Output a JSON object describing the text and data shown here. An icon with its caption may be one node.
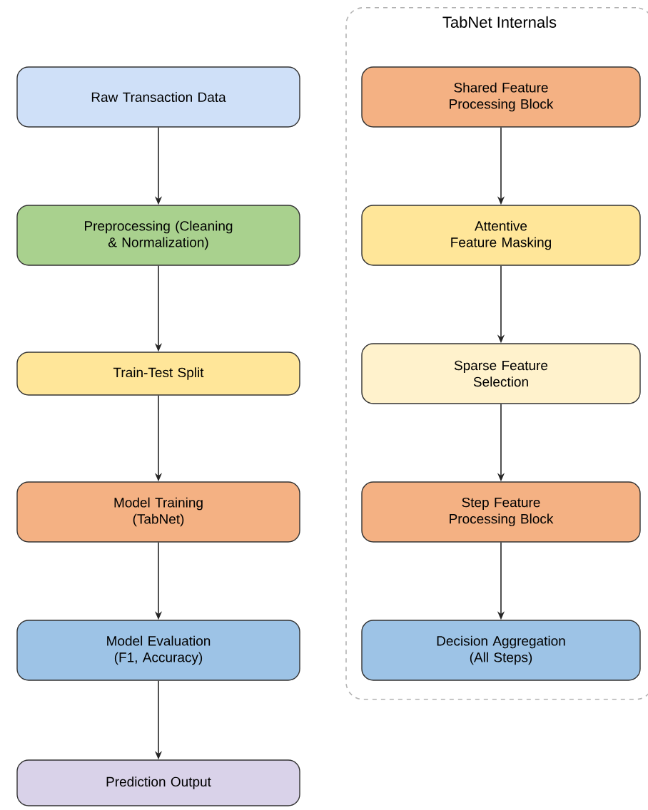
{
  "diagram": {
    "nodes": [
      {
        "text": [
          "Raw Transaction Data"
        ]
      },
      {
        "text": [
          "Preprocessing (Cleaning & Normalization)"
        ]
      },
      {
        "text": [
          "Train-Test Split"
        ]
      },
      {
        "text": [
          "Model Training (TabNet)"
        ]
      },
      {
        "text": [
          "Model Evaluation (F1, Accuracy)"
        ]
      },
      {
        "text": [
          "Prediction Output"
        ]
      },
      {
        "text": [
          "TabNet Internals"
        ]
      },
      {
        "text": [
          "Shared Feature Processing Block"
        ],
        "in": 6
      },
      {
        "text": [
          "Attentive Feature Masking"
        ],
        "in": 6
      },
      {
        "text": [
          "Sparse Feature Selection"
        ],
        "in": 6
      },
      {
        "text": [
          "Step Feature Processing Block"
        ],
        "in": 6
      },
      {
        "text": [
          "Decision Aggregation (All Steps)"
        ],
        "in": 6
      }
    ],
    "edges": [
      {
        "from": 0,
        "to": 1,
        "arrow": "to"
      },
      {
        "from": 1,
        "to": 2,
        "arrow": "to"
      },
      {
        "from": 2,
        "to": 3,
        "arrow": "to"
      },
      {
        "from": 3,
        "to": 4,
        "arrow": "to"
      },
      {
        "from": 4,
        "to": 5,
        "arrow": "to"
      },
      {
        "from": 7,
        "to": 8,
        "arrow": "to"
      },
      {
        "from": 8,
        "to": 9,
        "arrow": "to"
      },
      {
        "from": 9,
        "to": 10,
        "arrow": "to"
      },
      {
        "from": 10,
        "to": 11,
        "arrow": "to"
      }
    ]
  }
}
